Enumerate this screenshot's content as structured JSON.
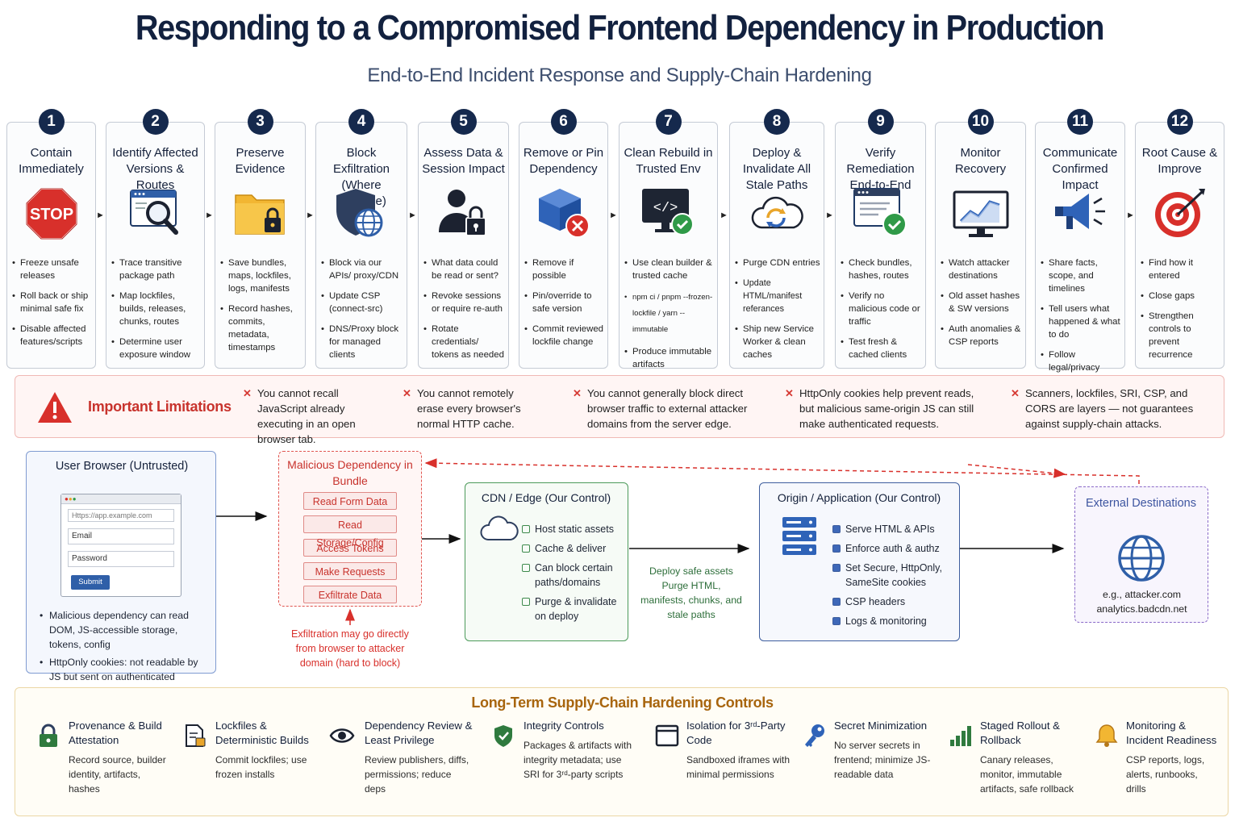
{
  "title": "Responding to a Compromised Frontend Dependency in Production",
  "subtitle": "End-to-End Incident Response and Supply-Chain Hardening",
  "steps": [
    {
      "num": "1",
      "title": "Contain Immediately",
      "icon": "stop-sign-icon",
      "items": [
        "Freeze unsafe releases",
        "Roll back or ship minimal safe fix",
        "Disable affected features/scripts"
      ]
    },
    {
      "num": "2",
      "title": "Identify Affected Versions & Routes",
      "icon": "magnifier-window-icon",
      "items": [
        "Trace transitive package path",
        "Map lockfiles, builds, releases, chunks, routes",
        "Determine user exposure window"
      ]
    },
    {
      "num": "3",
      "title": "Preserve Evidence",
      "icon": "locked-folder-icon",
      "items": [
        "Save bundles, maps, lockfiles, logs, manifests",
        "Record hashes, commits, metadata, timestamps"
      ]
    },
    {
      "num": "4",
      "title": "Block Exfiltration (Where Possible)",
      "icon": "shield-globe-icon",
      "items": [
        "Block via our APIs/ proxy/CDN",
        "Update CSP (connect-src)",
        "DNS/Proxy block for managed clients"
      ]
    },
    {
      "num": "5",
      "title": "Assess Data & Session Impact",
      "icon": "user-lock-icon",
      "items": [
        "What data could be read or sent?",
        "Revoke sessions or require re-auth",
        "Rotate credentials/ tokens as needed"
      ]
    },
    {
      "num": "6",
      "title": "Remove or Pin Dependency",
      "icon": "package-remove-icon",
      "items": [
        "Remove if possible",
        "Pin/override to safe version",
        "Commit reviewed lockfile change"
      ]
    },
    {
      "num": "7",
      "title": "Clean Rebuild in Trusted Env",
      "icon": "code-monitor-check-icon",
      "items": [
        "Use clean builder & trusted cache",
        "npm ci / pnpm --frozen-lockfile / yarn --immutable",
        "Produce immutable artifacts"
      ]
    },
    {
      "num": "8",
      "title": "Deploy & Invalidate All Stale Paths",
      "icon": "cloud-sync-icon",
      "items": [
        "Purge CDN entries",
        "Update HTML/manifest referances",
        "Ship new Service Worker & clean caches"
      ]
    },
    {
      "num": "9",
      "title": "Verify Remediation End-to-End",
      "icon": "window-check-icon",
      "items": [
        "Check bundles, hashes, routes",
        "Verify no malicious code or traffic",
        "Test fresh & cached clients"
      ]
    },
    {
      "num": "10",
      "title": "Monitor Recovery",
      "icon": "chart-monitor-icon",
      "items": [
        "Watch attacker destinations",
        "Old asset hashes & SW versions",
        "Auth anomalies & CSP reports"
      ]
    },
    {
      "num": "11",
      "title": "Communicate Confirmed Impact",
      "icon": "megaphone-icon",
      "items": [
        "Share facts, scope, and timelines",
        "Tell users what happened & what to do",
        "Follow legal/privacy process"
      ]
    },
    {
      "num": "12",
      "title": "Root Cause & Improve",
      "icon": "target-icon",
      "items": [
        "Find how it entered",
        "Close gaps",
        "Strengthen controls to prevent recurrence"
      ]
    }
  ],
  "limitations": {
    "heading": "Important Limitations",
    "x": "✕",
    "items": [
      "You cannot recall JavaScript already executing in an open browser tab.",
      "You cannot remotely erase every browser's normal HTTP cache.",
      "You cannot generally block direct browser traffic to external attacker domains from the server edge.",
      "HttpOnly cookies help prevent reads, but malicious same-origin JS can still make authenticated requests.",
      "Scanners, lockfiles, SRI, CSP, and CORS are layers — not guarantees against supply-chain attacks."
    ]
  },
  "browser": {
    "title": "User Browser (Untrusted)",
    "url": "Https://app.example.com",
    "email": "Email",
    "password": "Password",
    "submit": "Submit",
    "notes": [
      "Malicious dependency can read DOM, JS-accessible storage, tokens, config",
      "HttpOnly cookies: not readable by JS but sent on authenticated requests"
    ]
  },
  "malicious": {
    "title": "Malicious Dependency in Bundle",
    "items": [
      "Read Form Data",
      "Read Storage/Config",
      "Access Tokens",
      "Make Requests",
      "Exfiltrate Data"
    ],
    "note": "Exfiltration may go directly from browser to attacker domain (hard to block)"
  },
  "cdn": {
    "title": "CDN / Edge (Our Control)",
    "items": [
      "Host static assets",
      "Cache & deliver",
      "Can block certain paths/domains",
      "Purge & invalidate on deploy"
    ]
  },
  "deploy_note": "Deploy safe assets Purge HTML, manifests, chunks, and stale paths",
  "origin": {
    "title": "Origin / Application (Our Control)",
    "items": [
      "Serve HTML & APIs",
      "Enforce auth & authz",
      "Set Secure, HttpOnly, SameSite cookies",
      "CSP headers",
      "Logs & monitoring"
    ]
  },
  "external": {
    "title": "External Destinations",
    "examples": "e.g., attacker.com analytics.badcdn.net"
  },
  "hardening": {
    "heading": "Long-Term Supply-Chain Hardening Controls",
    "items": [
      {
        "title": "Provenance & Build Attestation",
        "desc": "Record source, builder identity, artifacts, hashes",
        "icon": "padlock-icon"
      },
      {
        "title": "Lockfiles & Deterministic Builds",
        "desc": "Commit lockfiles; use frozen installs",
        "icon": "document-lock-icon"
      },
      {
        "title": "Dependency Review & Least Privilege",
        "desc": "Review publishers, diffs, permissions; reduce deps",
        "icon": "eye-icon"
      },
      {
        "title": "Integrity Controls",
        "desc": "Packages & artifacts with integrity metadata; use SRI for 3ʳᵈ-party scripts",
        "icon": "shield-check-icon"
      },
      {
        "title": "Isolation for 3ʳᵈ-Party Code",
        "desc": "Sandboxed iframes with minimal permissions",
        "icon": "browser-window-icon"
      },
      {
        "title": "Secret Minimization",
        "desc": "No server secrets in frentend; minimize JS-readable data",
        "icon": "key-icon"
      },
      {
        "title": "Staged Rollout & Rollback",
        "desc": "Canary releases, monitor, immutable artifacts, safe rollback",
        "icon": "bar-chart-icon"
      },
      {
        "title": "Monitoring & Incident Readiness",
        "desc": "CSP reports, logs, alerts, runbooks, drills",
        "icon": "bell-icon"
      }
    ]
  },
  "colors": {
    "navy": "#15294d",
    "red": "#d63a34",
    "green": "#3d8a4c",
    "blue": "#3e5e9e",
    "purple": "#8a6ac8",
    "gold": "#b5781a"
  }
}
